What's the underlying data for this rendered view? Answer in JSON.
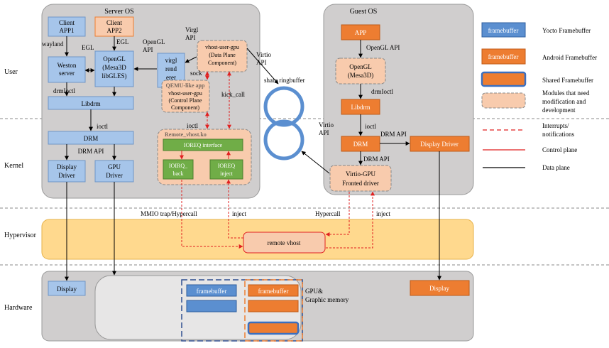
{
  "layers": {
    "user": "User",
    "kernel": "Kernel",
    "hypervisor": "Hypervisor",
    "hardware": "Hardware"
  },
  "server_os": {
    "title": "Server OS",
    "client_app1": [
      "Client",
      "APP1"
    ],
    "client_app2": [
      "Client",
      "APP2"
    ],
    "wayland": "wayland",
    "egl_left": "EGL",
    "egl_right": "EGL",
    "weston": [
      "Weston",
      "server"
    ],
    "opengl": [
      "OpenGL",
      "(Mesa3D",
      "libGLES)"
    ],
    "opengl_api": [
      "OpenGL",
      "API"
    ],
    "virgl_renderer": [
      "virgl",
      "rend",
      "erer"
    ],
    "virgl_api": [
      "Virgl",
      "API"
    ],
    "vhost_gpu_data": [
      "vhost-user-gpu",
      "(Data Plane",
      "Component)"
    ],
    "sock": "sock",
    "kick_call": "kick_call",
    "qemu_title": "QEMU-like app",
    "vhost_gpu_control": [
      "vhost-user-gpu",
      "(Control Plane",
      "Component)"
    ],
    "drmioctl": "drmIoctl",
    "libdrm": "Libdrm",
    "ioctl_left": "ioctl",
    "ioctl_mid": "ioctl",
    "drm": "DRM",
    "drm_api": "DRM API",
    "display_driver": [
      "Display",
      "Driver"
    ],
    "gpu_driver": [
      "GPU",
      "Driver"
    ],
    "remote_vhost_ko": "Remote_vhost.ko",
    "ioreq_interface": "IOREQ interface",
    "ioirq_back": [
      "IOIRQ_",
      "back"
    ],
    "ioreq_inject": [
      "IOREQ",
      "inject"
    ]
  },
  "middle": {
    "virtio_api_top": [
      "Virtio",
      "API"
    ],
    "share_ringbuffer": "share ringbuffer",
    "virtio_api_bottom": [
      "Virtio",
      "API"
    ]
  },
  "guest_os": {
    "title": "Guest OS",
    "app": "APP",
    "opengl_api": "OpenGL API",
    "opengl": [
      "OpenGL",
      "(Mesa3D)"
    ],
    "drmioctl": "drmIoctl",
    "libdrm": "Libdrm",
    "ioctl": "ioctl",
    "drm": "DRM",
    "drm_api_right": "DRM API",
    "drm_api_down": "DRM API",
    "display_driver": "Display Driver",
    "virtio_gpu": [
      "Virtio-GPU",
      "Fronted driver"
    ]
  },
  "hypervisor": {
    "mmio": "MMIO trap/Hypercall",
    "inject_left": "inject",
    "hypercall": "Hypercall",
    "inject_right": "inject",
    "remote_vhost": "remote vhost"
  },
  "hardware": {
    "display_left": "Display",
    "display_right": "Display",
    "framebuffer_blue": "framebuffer",
    "framebuffer_orange": "framebuffer",
    "gpu_memory": [
      "GPU&",
      "Graphic memory"
    ]
  },
  "legend": {
    "fb_blue_box": "framebuffer",
    "fb_blue_label": "Yocto Framebuffer",
    "fb_orange_box": "framebuffer",
    "fb_orange_label": "Android Framebuffer",
    "shared_label": "Shared Framebuffer",
    "modules_label": [
      "Modules that need",
      "modification and",
      "development"
    ],
    "interrupts_label": [
      "Interrupts/",
      "notifications"
    ],
    "control_label": "Control plane",
    "data_label": "Data plane"
  },
  "colors": {
    "blue_fill": "#a6c5ea",
    "blue_stroke": "#6f95c6",
    "blue_dark": "#5b8fd0",
    "orange": "#ed7d31",
    "peach": "#f8cbad",
    "green": "#70ad47",
    "gray_region": "#d0cece",
    "hypervisor": "#ffd98e",
    "red": "#e02020"
  }
}
